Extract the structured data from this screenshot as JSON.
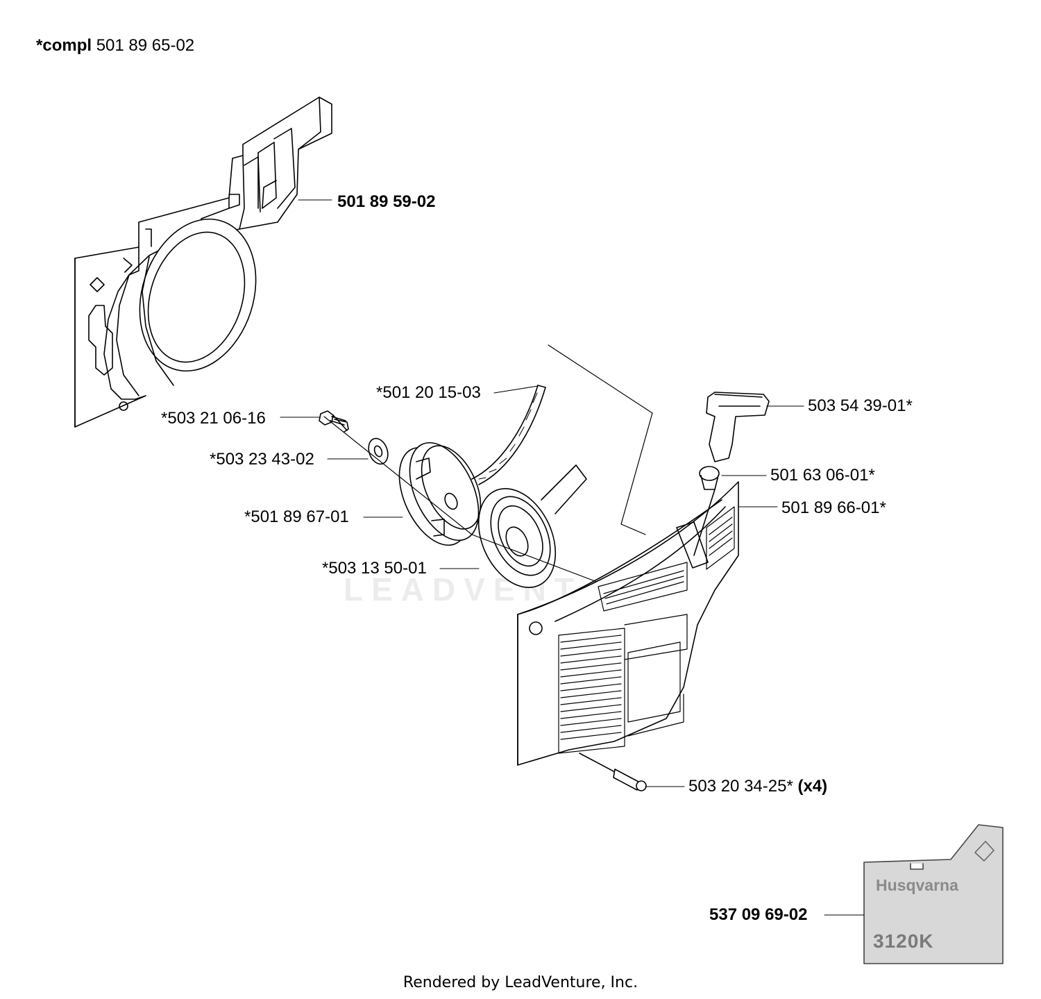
{
  "header": {
    "compl_prefix": "*compl",
    "compl_number": "501 89 65-02"
  },
  "parts": {
    "p1": "501 89 59-02",
    "p2": "*501 20 15-03",
    "p3": "503 54 39-01*",
    "p4": "*503 21 06-16",
    "p5": "*503 23 43-02",
    "p6": "501 63 06-01*",
    "p7": "*501 89 67-01",
    "p8": "501 89 66-01*",
    "p9": "*503 13 50-01",
    "p10_number": "503 20 34-25*",
    "p10_qty": "(x4)",
    "p11": "537 09 69-02"
  },
  "decal": {
    "brand": "Husqvarna",
    "model": "3120K"
  },
  "watermark": "LEADVENT",
  "footer": "Rendered by LeadVenture, Inc."
}
